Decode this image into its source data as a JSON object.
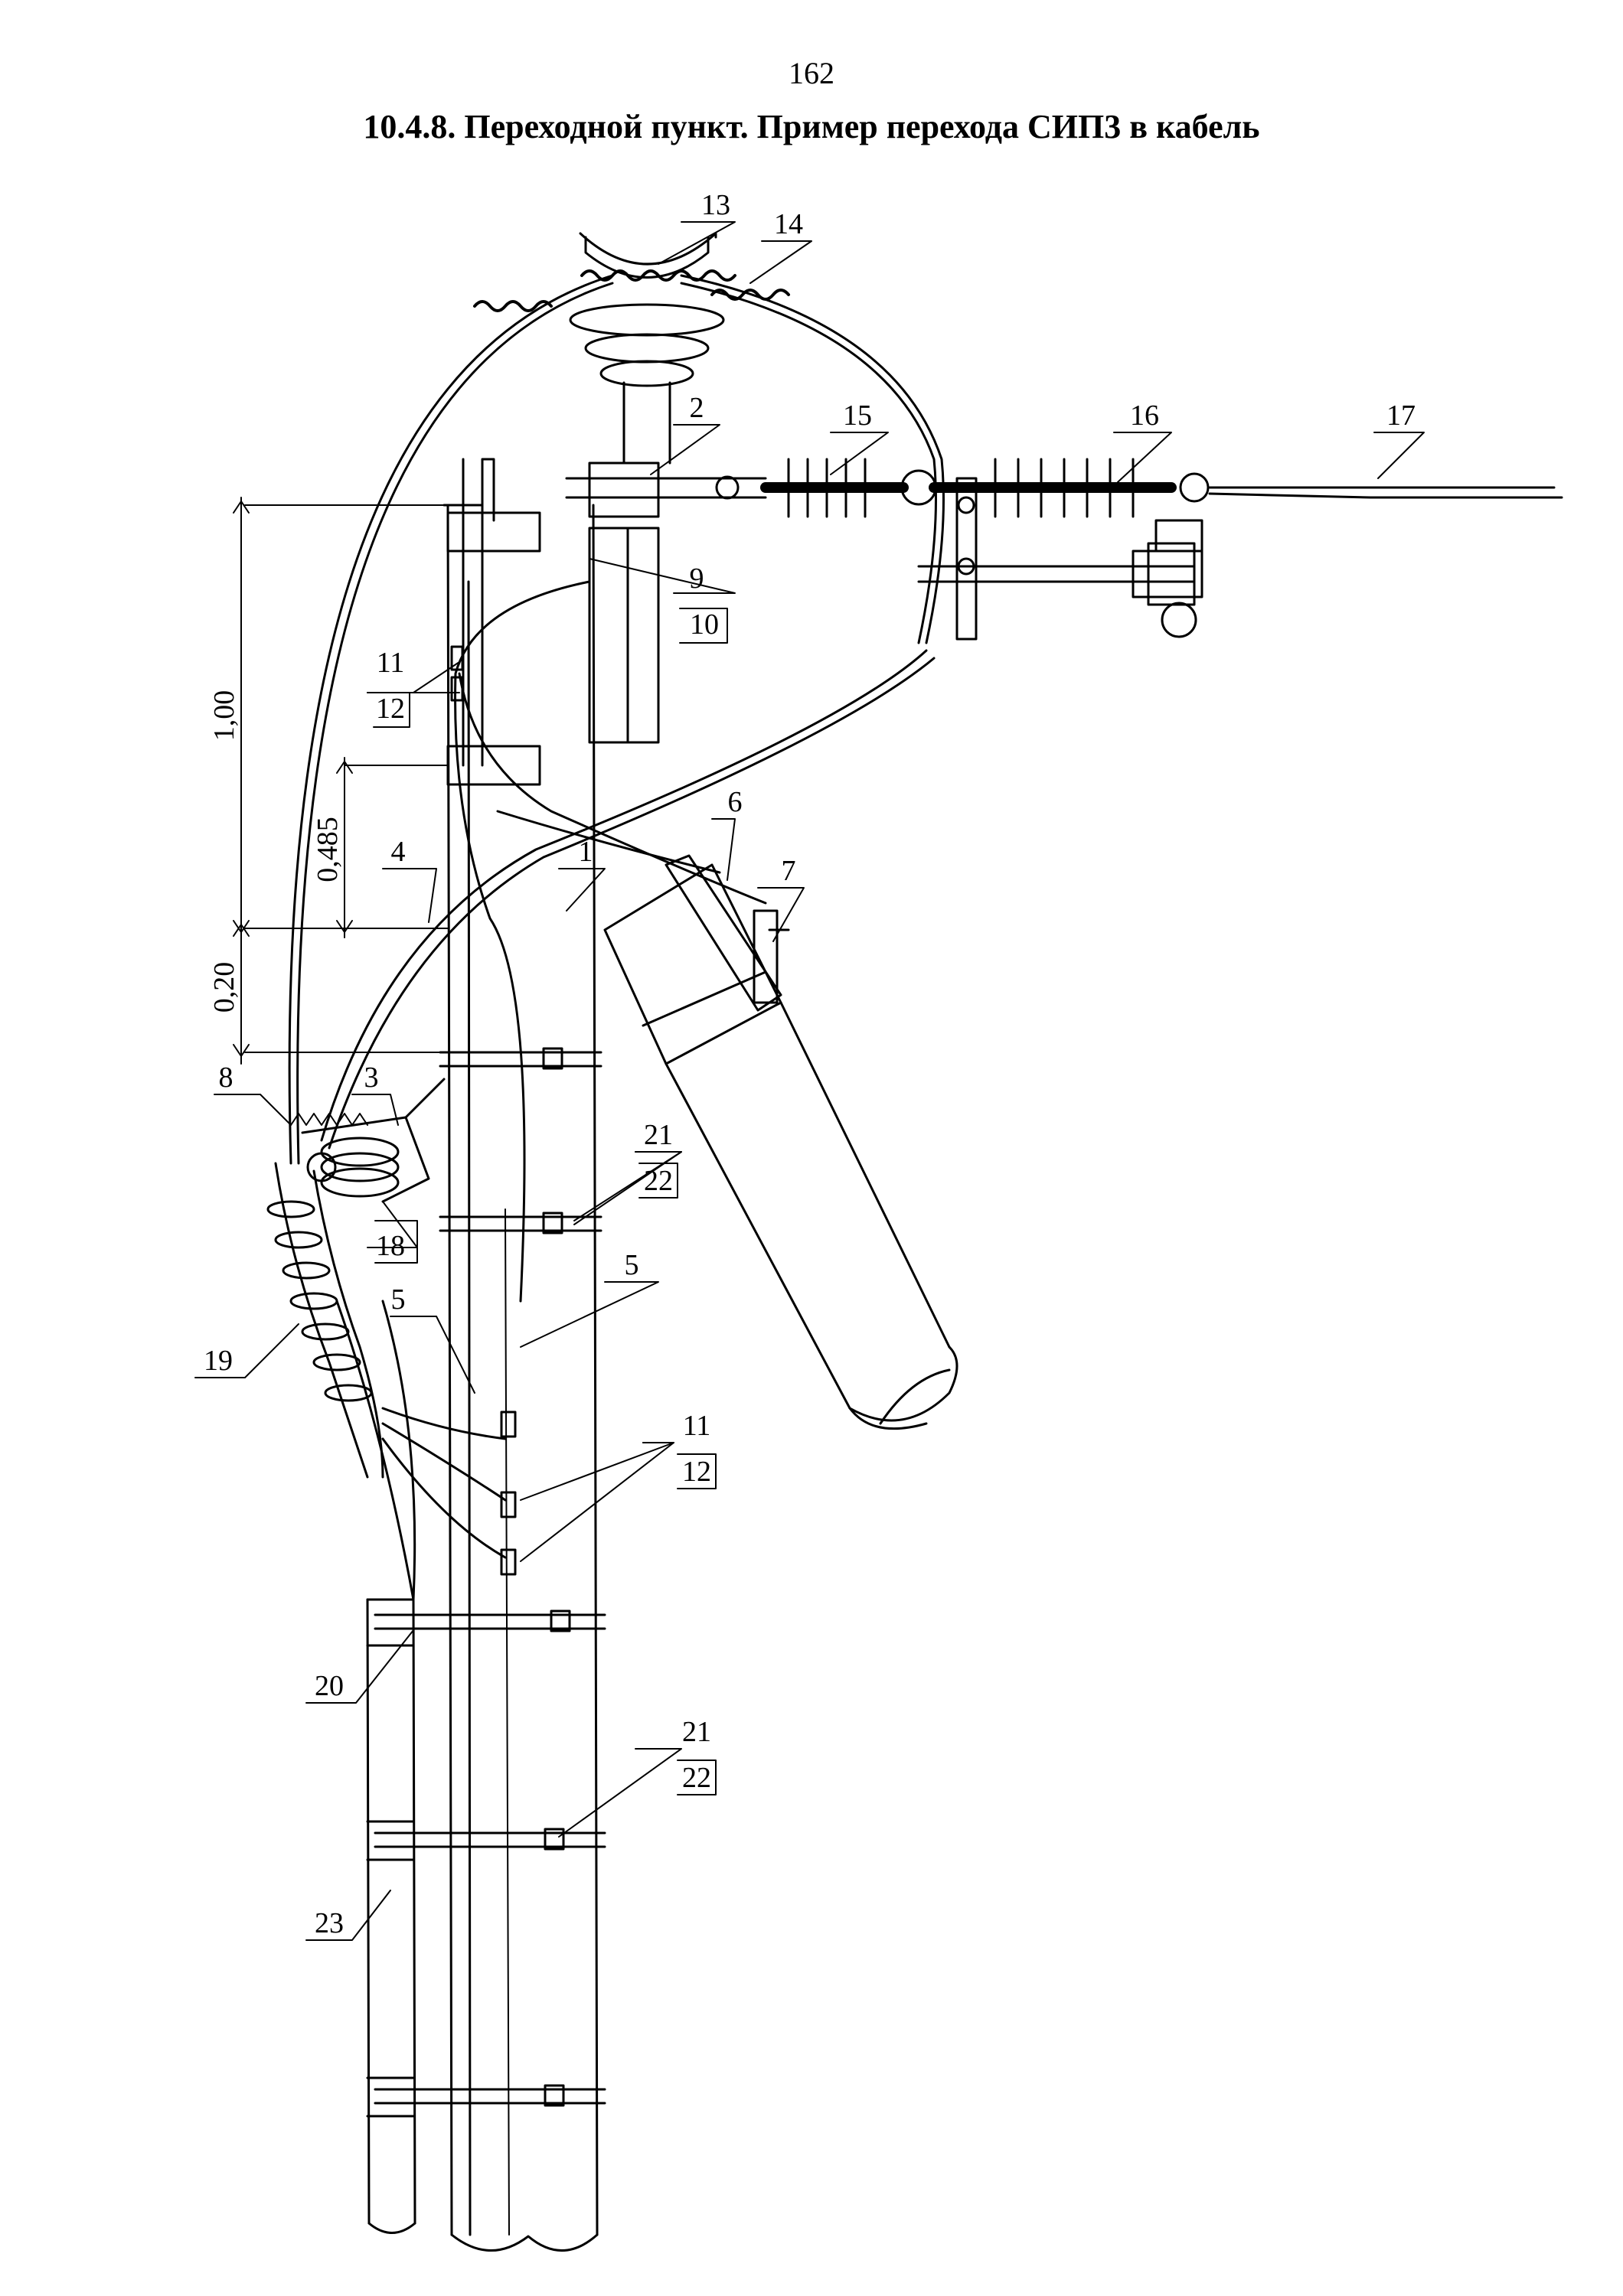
{
  "page": {
    "number": "162",
    "title": "10.4.8. Переходной пункт. Пример перехода СИП3 в кабель"
  },
  "dimensions": {
    "top": "1,00",
    "middle": "0,485",
    "bottom": "0,20"
  },
  "callouts": {
    "c1": "1",
    "c2": "2",
    "c3": "3",
    "c4": "4",
    "c5a": "5",
    "c5b": "5",
    "c6": "6",
    "c7": "7",
    "c8": "8",
    "c9": "9",
    "c10": "10",
    "c11a": "11",
    "c12a": "12",
    "c11b": "11",
    "c12b": "12",
    "c13": "13",
    "c14": "14",
    "c15": "15",
    "c16": "16",
    "c17": "17",
    "c18": "18",
    "c19": "19",
    "c20": "20",
    "c21a": "21",
    "c22a": "22",
    "c21b": "21",
    "c22b": "22",
    "c23": "23"
  }
}
